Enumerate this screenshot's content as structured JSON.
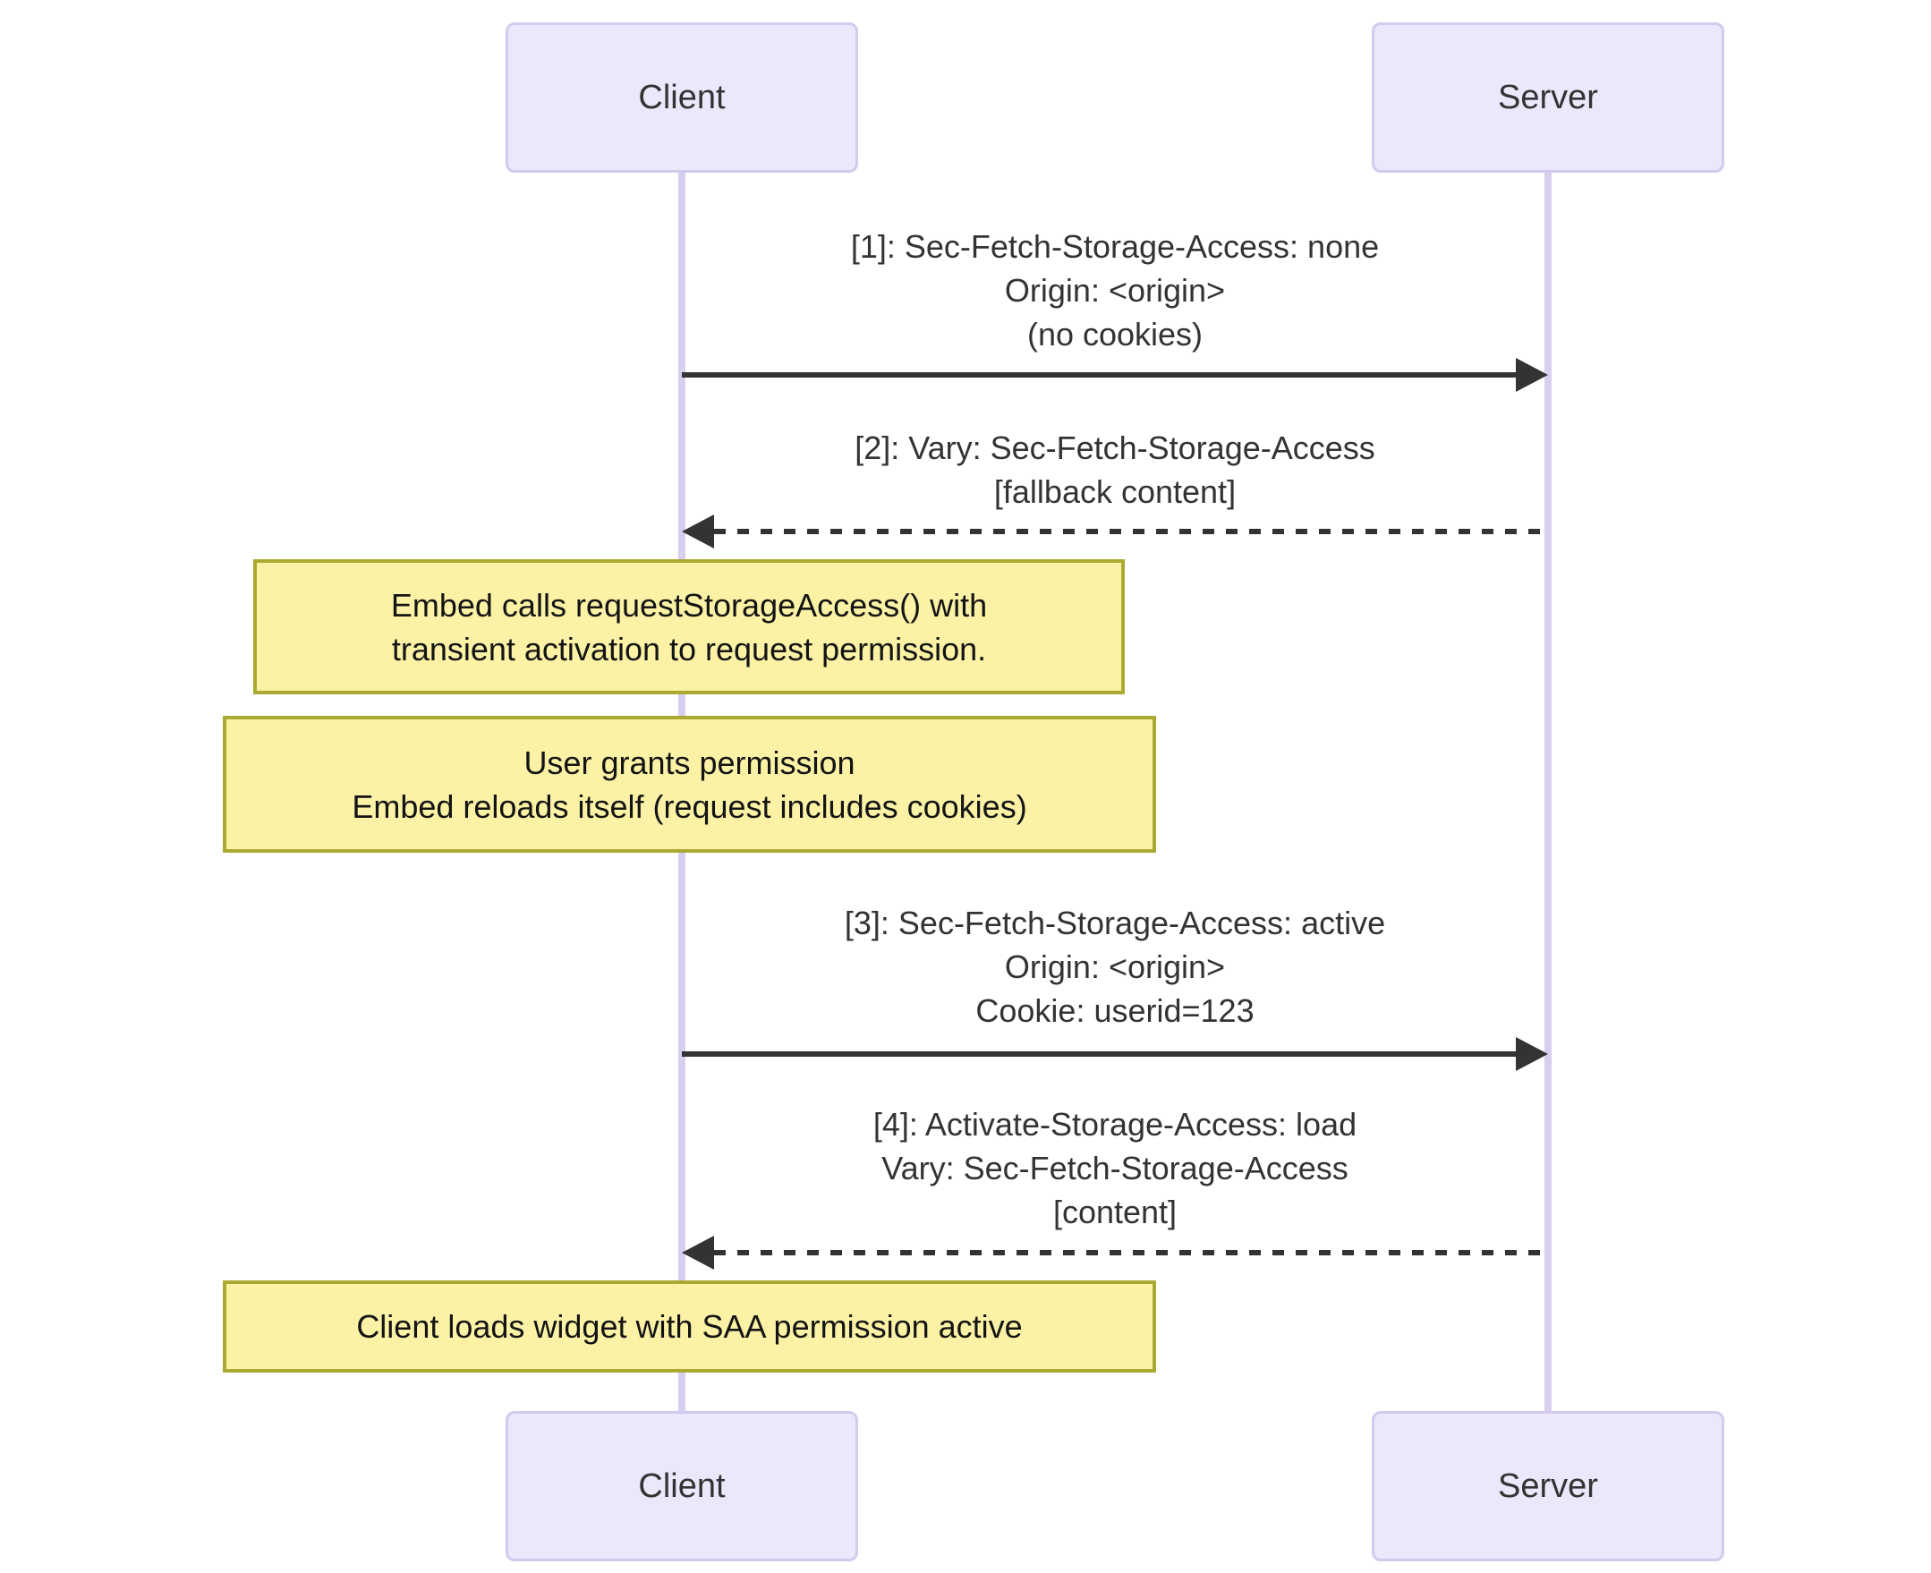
{
  "colors": {
    "actor_fill": "#EAE8FB",
    "actor_border": "#D4C9EE",
    "lifeline": "#D8CEF0",
    "note_fill": "#FBF2A6",
    "note_border": "#AAAA33",
    "arrow": "#333333",
    "text": "#333333"
  },
  "actors": [
    {
      "id": "client",
      "label": "Client"
    },
    {
      "id": "server",
      "label": "Server"
    }
  ],
  "messages": [
    {
      "seq": 1,
      "from": "Client",
      "to": "Server",
      "style": "solid",
      "lines": [
        "[1]: Sec-Fetch-Storage-Access: none",
        "Origin: <origin>",
        "(no cookies)"
      ]
    },
    {
      "seq": 2,
      "from": "Server",
      "to": "Client",
      "style": "dashed",
      "lines": [
        "[2]: Vary: Sec-Fetch-Storage-Access",
        "[fallback content]"
      ]
    },
    {
      "seq": 3,
      "from": "Client",
      "to": "Server",
      "style": "solid",
      "lines": [
        "[3]: Sec-Fetch-Storage-Access: active",
        "Origin: <origin>",
        "Cookie: userid=123"
      ]
    },
    {
      "seq": 4,
      "from": "Server",
      "to": "Client",
      "style": "dashed",
      "lines": [
        "[4]: Activate-Storage-Access: load",
        "Vary: Sec-Fetch-Storage-Access",
        "[content]"
      ]
    }
  ],
  "notes": [
    {
      "lines": [
        "Embed calls requestStorageAccess() with",
        "transient activation to request permission."
      ]
    },
    {
      "lines": [
        "User grants permission",
        "Embed reloads itself (request includes cookies)"
      ]
    },
    {
      "lines": [
        "Client loads widget with SAA permission active"
      ]
    }
  ]
}
